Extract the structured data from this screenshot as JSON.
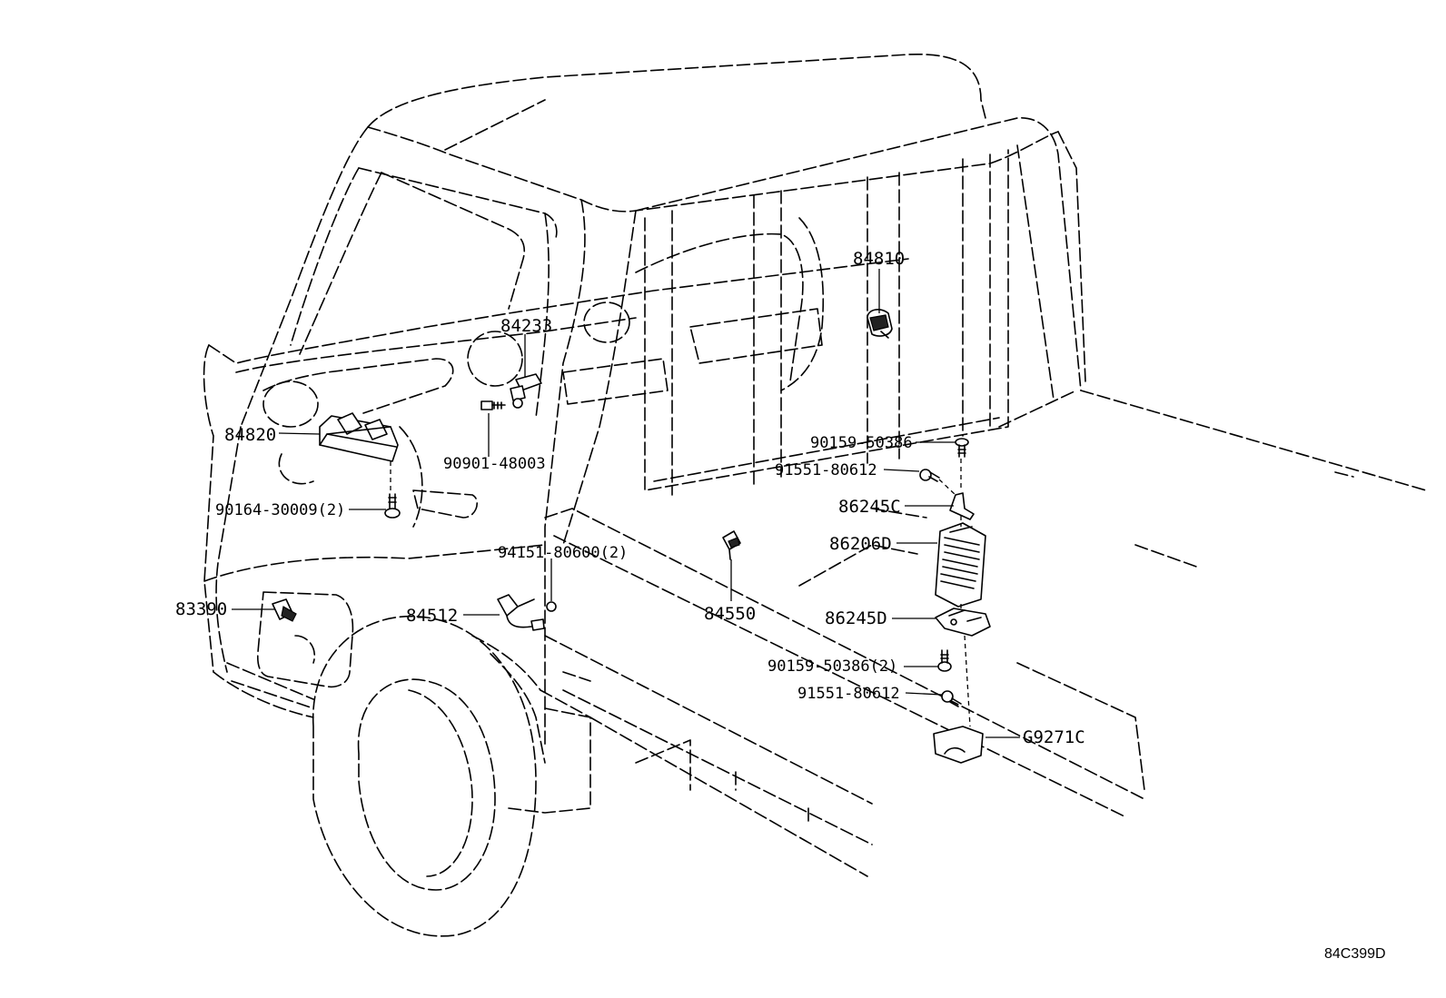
{
  "labels": {
    "p84810": "84810",
    "p84233": "84233",
    "p84820": "84820",
    "p90901": "90901-48003",
    "p90164": "90164-30009(2)",
    "p90159a": "90159-50386",
    "p91551a": "91551-80612",
    "p86245c": "86245C",
    "p86206d": "86206D",
    "p94151": "94151-80600(2)",
    "p83390": "83390",
    "p84512": "84512",
    "p84550": "84550",
    "p86245d": "86245D",
    "p90159b": "90159-50386(2)",
    "p91551b": "91551-80612",
    "pg9271c": "G9271C"
  },
  "reference_code": "84C399D"
}
